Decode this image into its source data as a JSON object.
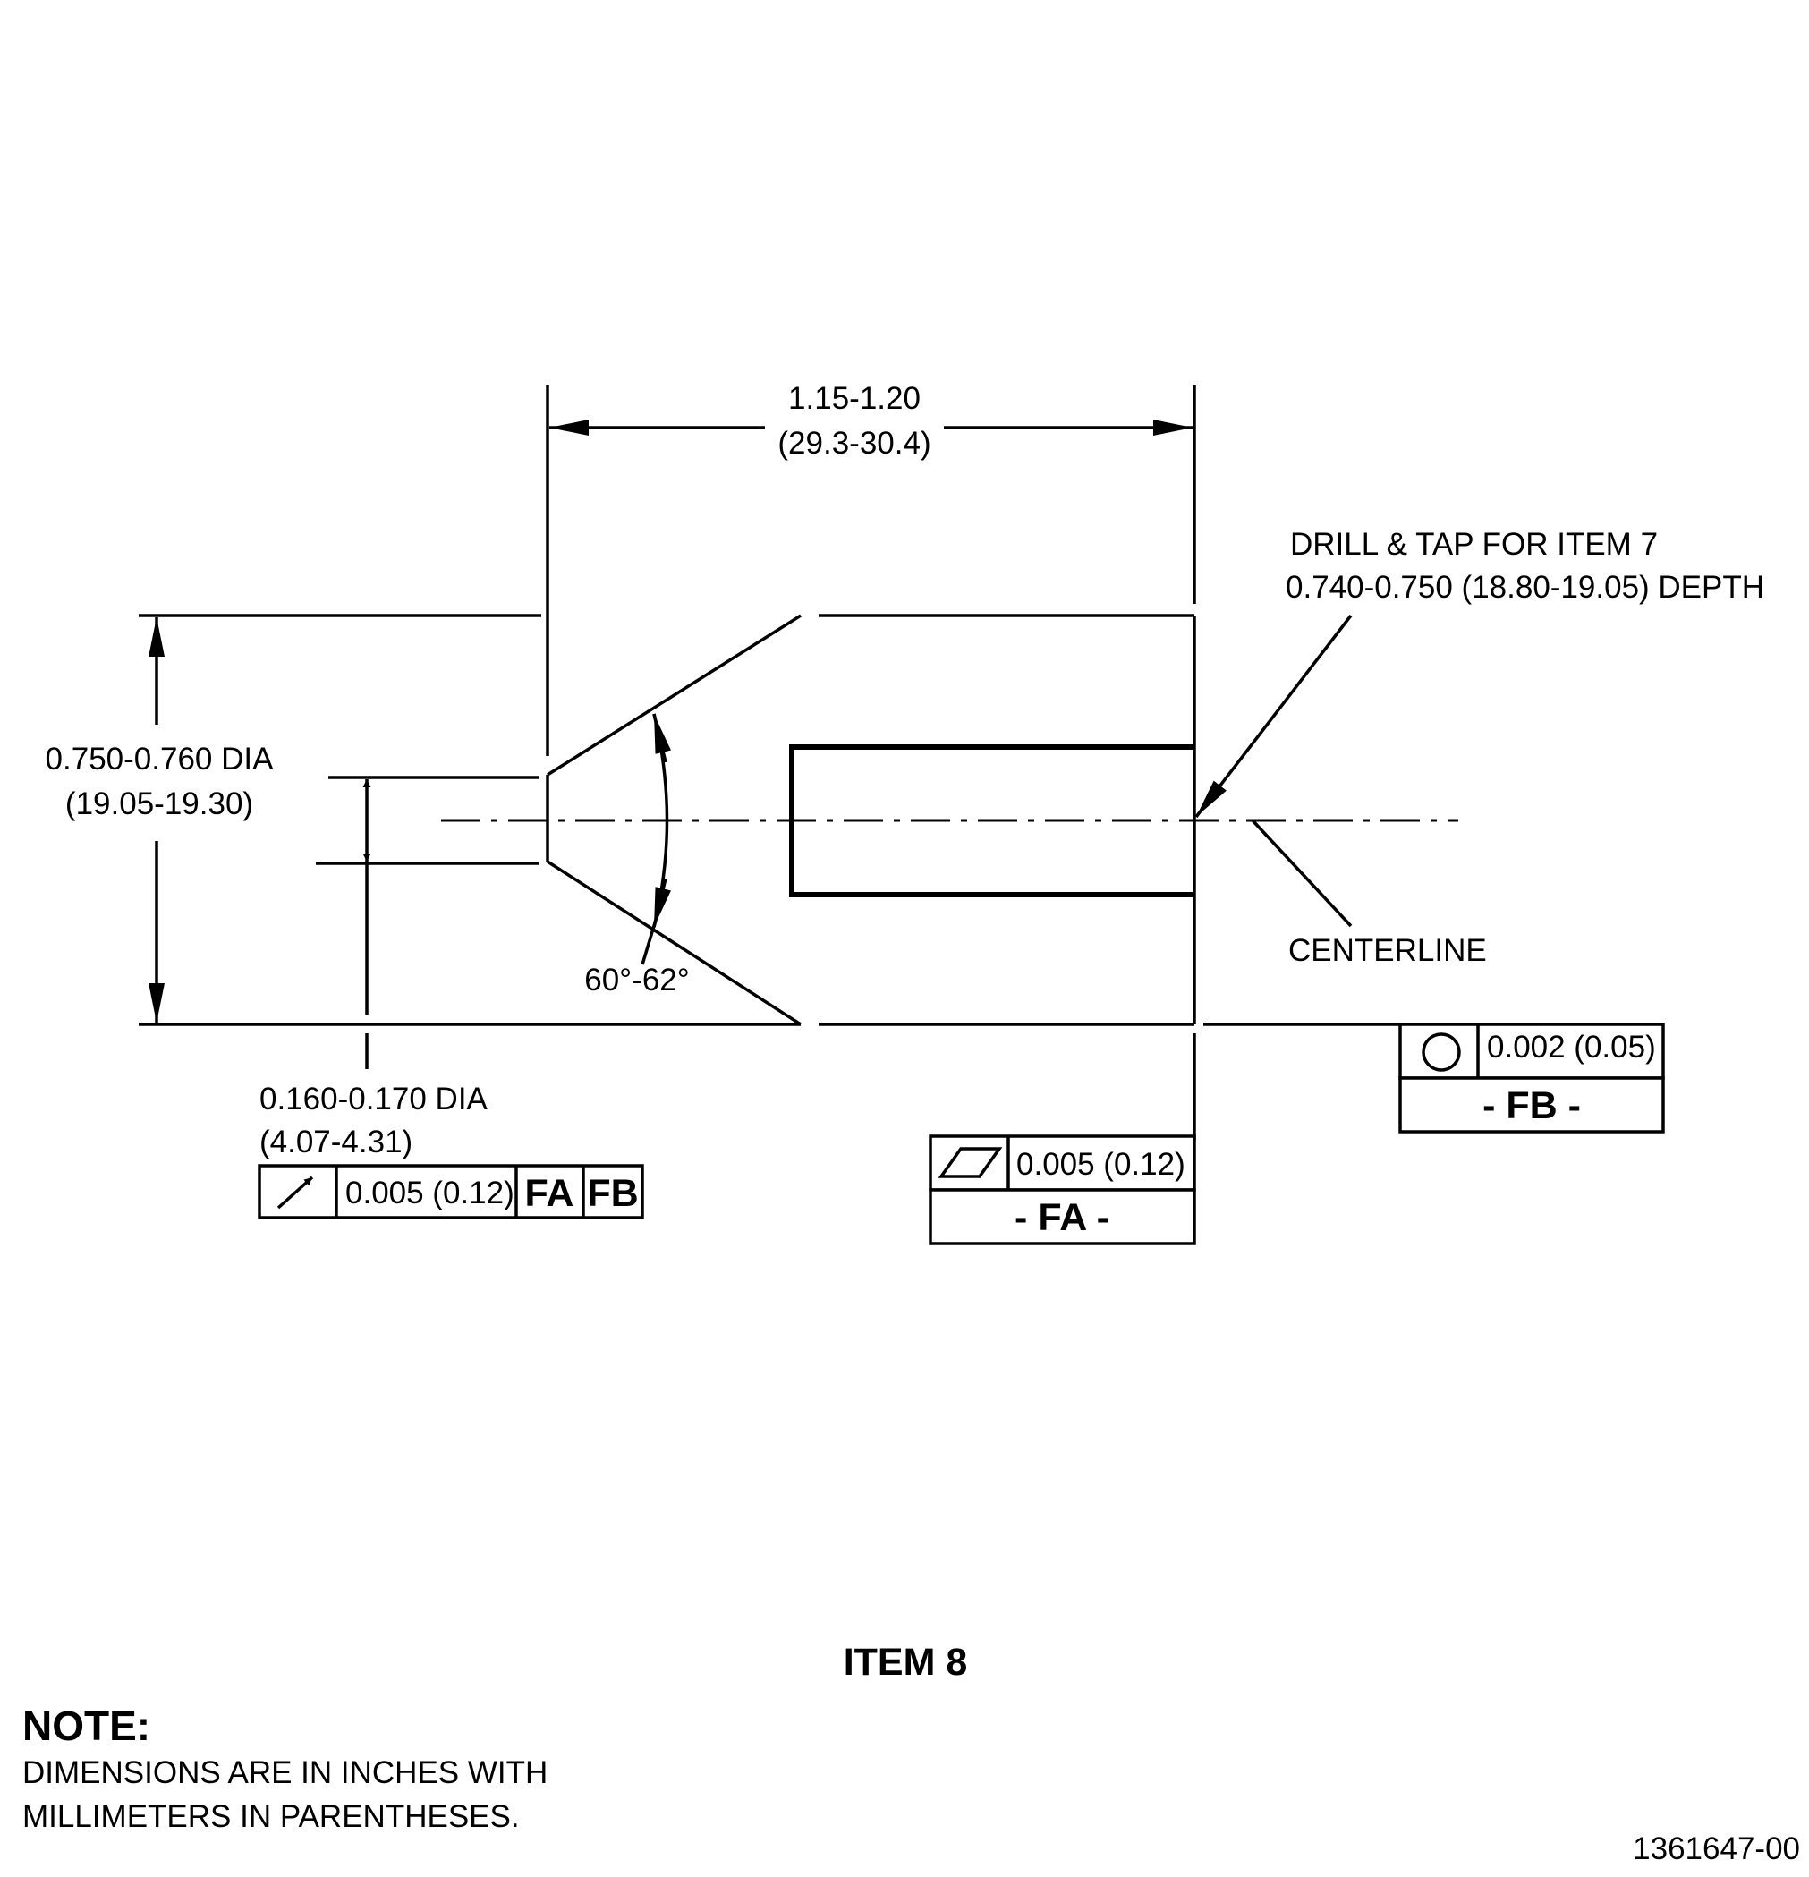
{
  "dims": {
    "length_in": "1.15-1.20",
    "length_mm": "(29.3-30.4)",
    "outer_dia_in": "0.750-0.760 DIA",
    "outer_dia_mm": "(19.05-19.30)",
    "inner_dia_in": "0.160-0.170 DIA",
    "inner_dia_mm": "(4.07-4.31)",
    "angle": "60°-62°"
  },
  "callouts": {
    "drill_line1": "DRILL & TAP FOR ITEM 7",
    "drill_line2": "0.740-0.750 (18.80-19.05) DEPTH",
    "centerline": "CENTERLINE"
  },
  "fcf": {
    "runout": {
      "symbol": "circular-runout-icon",
      "tolerance": "0.005 (0.12)",
      "datum1": "FA",
      "datum2": "FB"
    },
    "flatness": {
      "symbol": "flatness-icon",
      "tolerance": "0.005 (0.12)",
      "datum_label": "- FA -"
    },
    "circularity": {
      "symbol": "circularity-icon",
      "tolerance": "0.002 (0.05)",
      "datum_label": "- FB -"
    }
  },
  "item_title": "ITEM 8",
  "note": {
    "heading": "NOTE:",
    "line1": "DIMENSIONS ARE IN INCHES WITH",
    "line2": "MILLIMETERS IN PARENTHESES."
  },
  "drawing_number": "1361647-00"
}
